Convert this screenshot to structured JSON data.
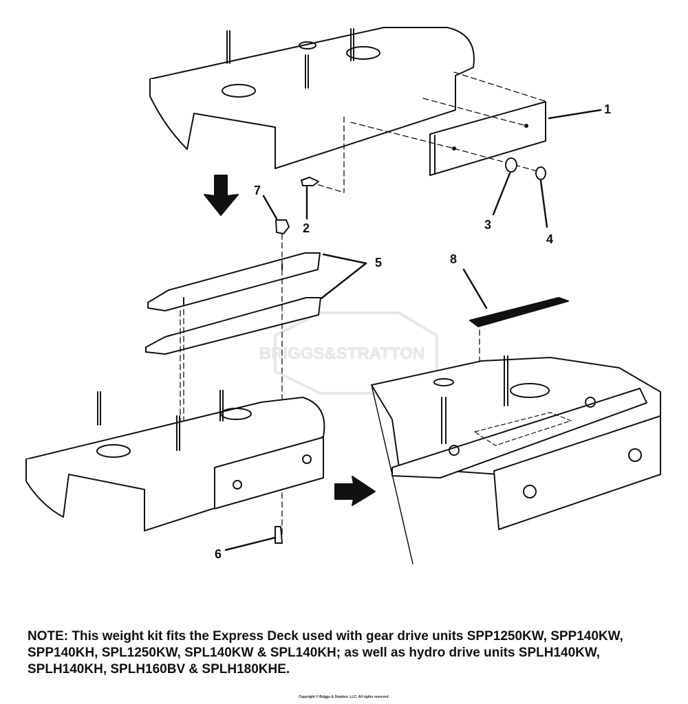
{
  "callouts": [
    "1",
    "2",
    "3",
    "4",
    "5",
    "6",
    "7",
    "8"
  ],
  "watermark": "BRIGGS&STRATTON",
  "note": "NOTE: This weight kit fits the Express Deck used with gear drive units SPP1250KW, SPP140KW, SPP140KH, SPL1250KW, SPL140KW & SPL140KH; as well as hydro drive units SPLH140KW, SPLH140KH, SPLH160BV & SPLH180KHE.",
  "copyright": "Copyright © Briggs & Stratton, LLC. All rights reserved.",
  "colors": {
    "line": "#111111",
    "plate": "#ffffff"
  }
}
